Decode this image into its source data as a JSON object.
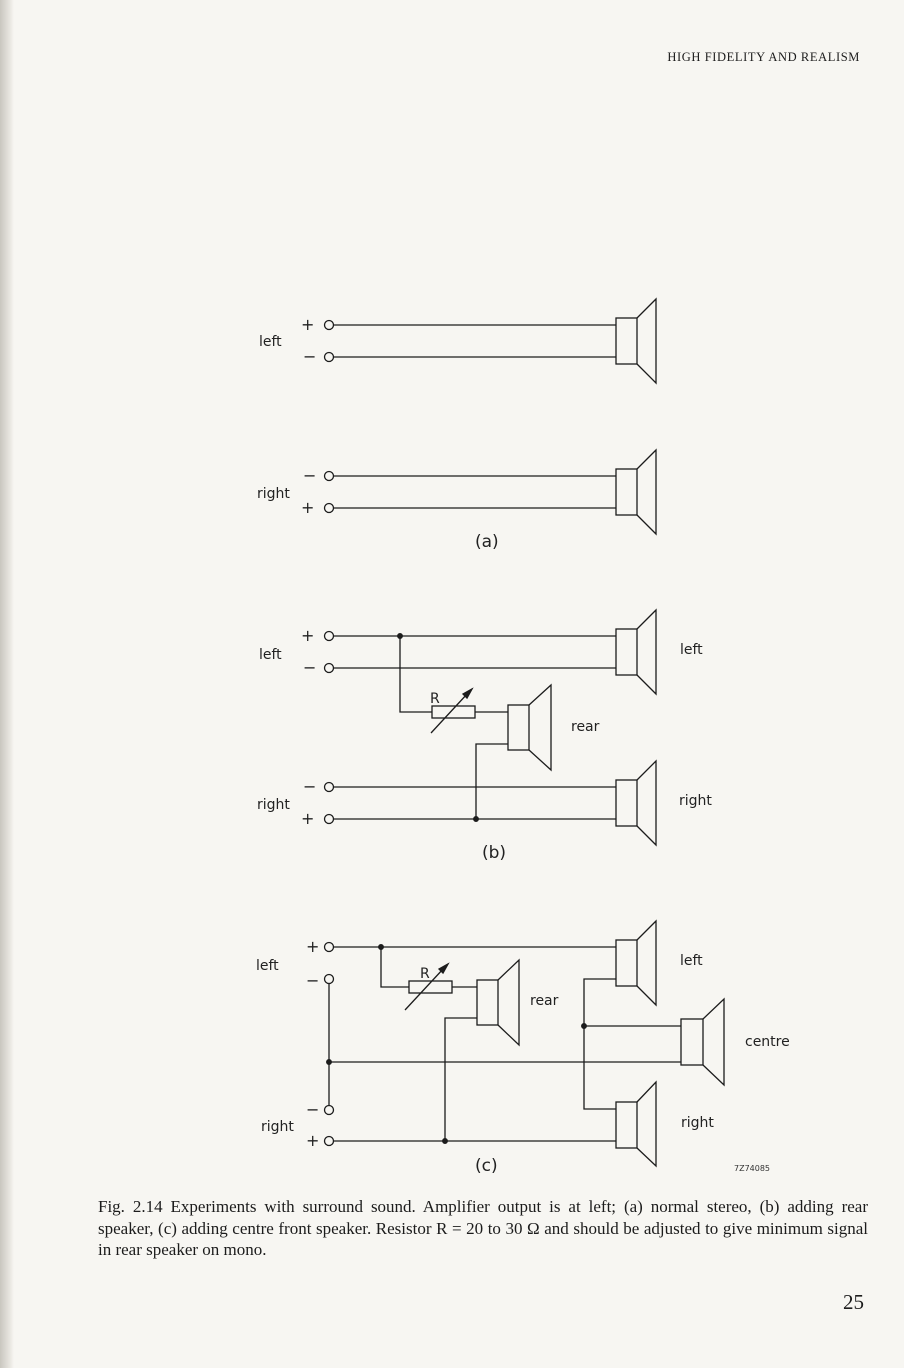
{
  "header": {
    "running_title": "HIGH FIDELITY AND REALISM"
  },
  "diagrams": {
    "a": {
      "tag": "(a)",
      "left_label": "left",
      "right_label": "right",
      "plus": "+",
      "minus": "−"
    },
    "b": {
      "tag": "(b)",
      "left_label": "left",
      "right_label": "right",
      "resistor_label": "R",
      "speaker_left": "left",
      "speaker_rear": "rear",
      "speaker_right": "right",
      "plus": "+",
      "minus": "−"
    },
    "c": {
      "tag": "(c)",
      "left_label": "left",
      "right_label": "right",
      "resistor_label": "R",
      "speaker_left": "left",
      "speaker_rear": "rear",
      "speaker_centre": "centre",
      "speaker_right": "right",
      "plus": "+",
      "minus": "−",
      "ref_code": "7Z74085"
    }
  },
  "caption": "Fig. 2.14 Experiments with surround sound. Amplifier output is at left; (a) normal stereo, (b) adding rear speaker, (c) adding centre front speaker. Resistor R = 20 to 30 Ω and should be adjusted to give minimum signal in rear speaker on mono.",
  "page_number": "25"
}
